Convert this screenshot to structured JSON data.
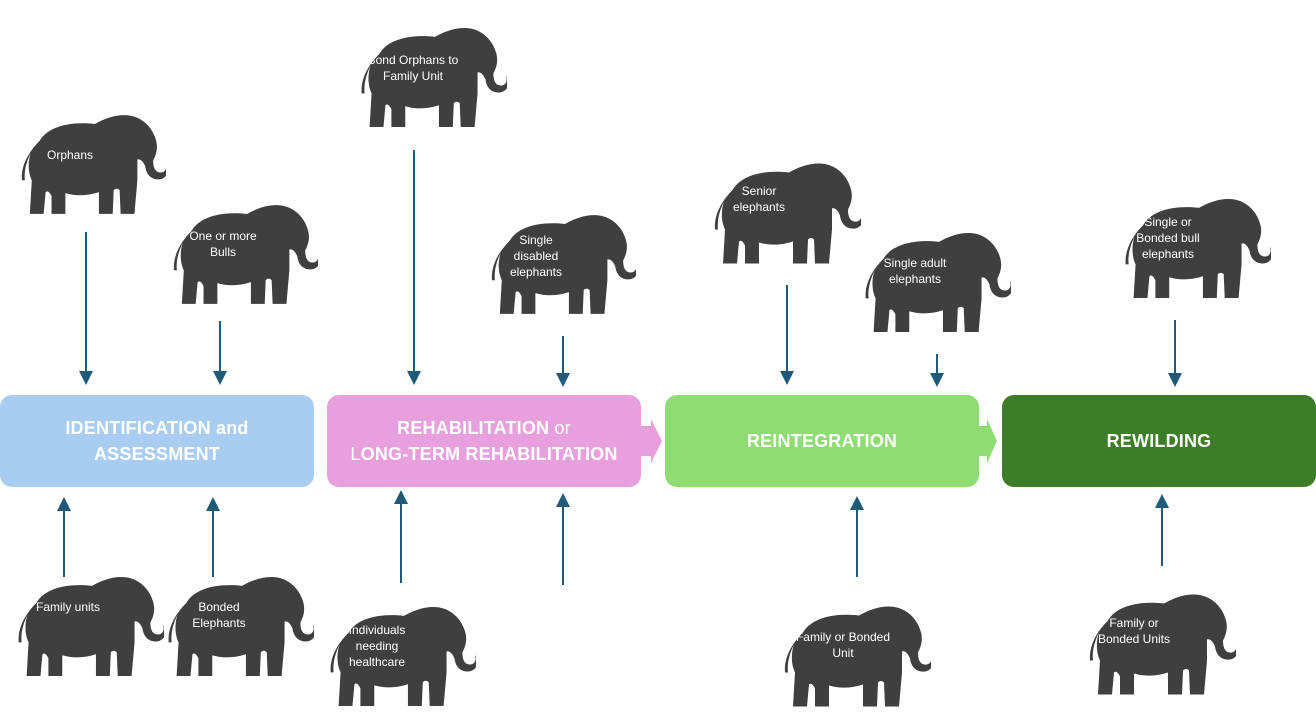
{
  "colors": {
    "elephant": "#3f3f3f",
    "arrow": "#1f5a78",
    "identification": "#a9cdf0",
    "rehabilitation": "#e79fde",
    "reintegration": "#8fdc72",
    "rewilding": "#3e7d27"
  },
  "stages": {
    "identification": {
      "line1": "IDENTIFICATION and",
      "line2": "ASSESSMENT"
    },
    "rehabilitation": {
      "line1a": "REHABILITATION",
      "line1b": " or",
      "line2a": "L",
      "line2b": "ONG-TERM REHABILITATION"
    },
    "reintegration": {
      "label": "REINTEGRATION"
    },
    "rewilding": {
      "label": "REWILDING"
    }
  },
  "elephants": {
    "orphans": {
      "line1": "Orphans"
    },
    "bulls": {
      "line1": "One or more",
      "line2": "Bulls"
    },
    "bond_orphans": {
      "line1": "Bond Orphans to",
      "line2": "Family Unit"
    },
    "single_disabled": {
      "line1": "Single",
      "line2": "disabled",
      "line3": "elephants"
    },
    "senior": {
      "line1": "Senior",
      "line2": "elephants"
    },
    "single_adult": {
      "line1": "Single adult",
      "line2": "elephants"
    },
    "single_bonded_bull": {
      "line1": "Single or",
      "line2": "Bonded bull",
      "line3": "elephants"
    },
    "family_units": {
      "line1": "Family units"
    },
    "bonded_elephants": {
      "line1": "Bonded",
      "line2": "Elephants"
    },
    "individuals_healthcare": {
      "line1": "Individuals",
      "line2": "needing",
      "line3": "healthcare"
    },
    "family_bonded_unit": {
      "line1": "Family or Bonded",
      "line2": "Unit"
    },
    "family_bonded_units": {
      "line1": "Family or",
      "line2": "Bonded Units"
    }
  }
}
